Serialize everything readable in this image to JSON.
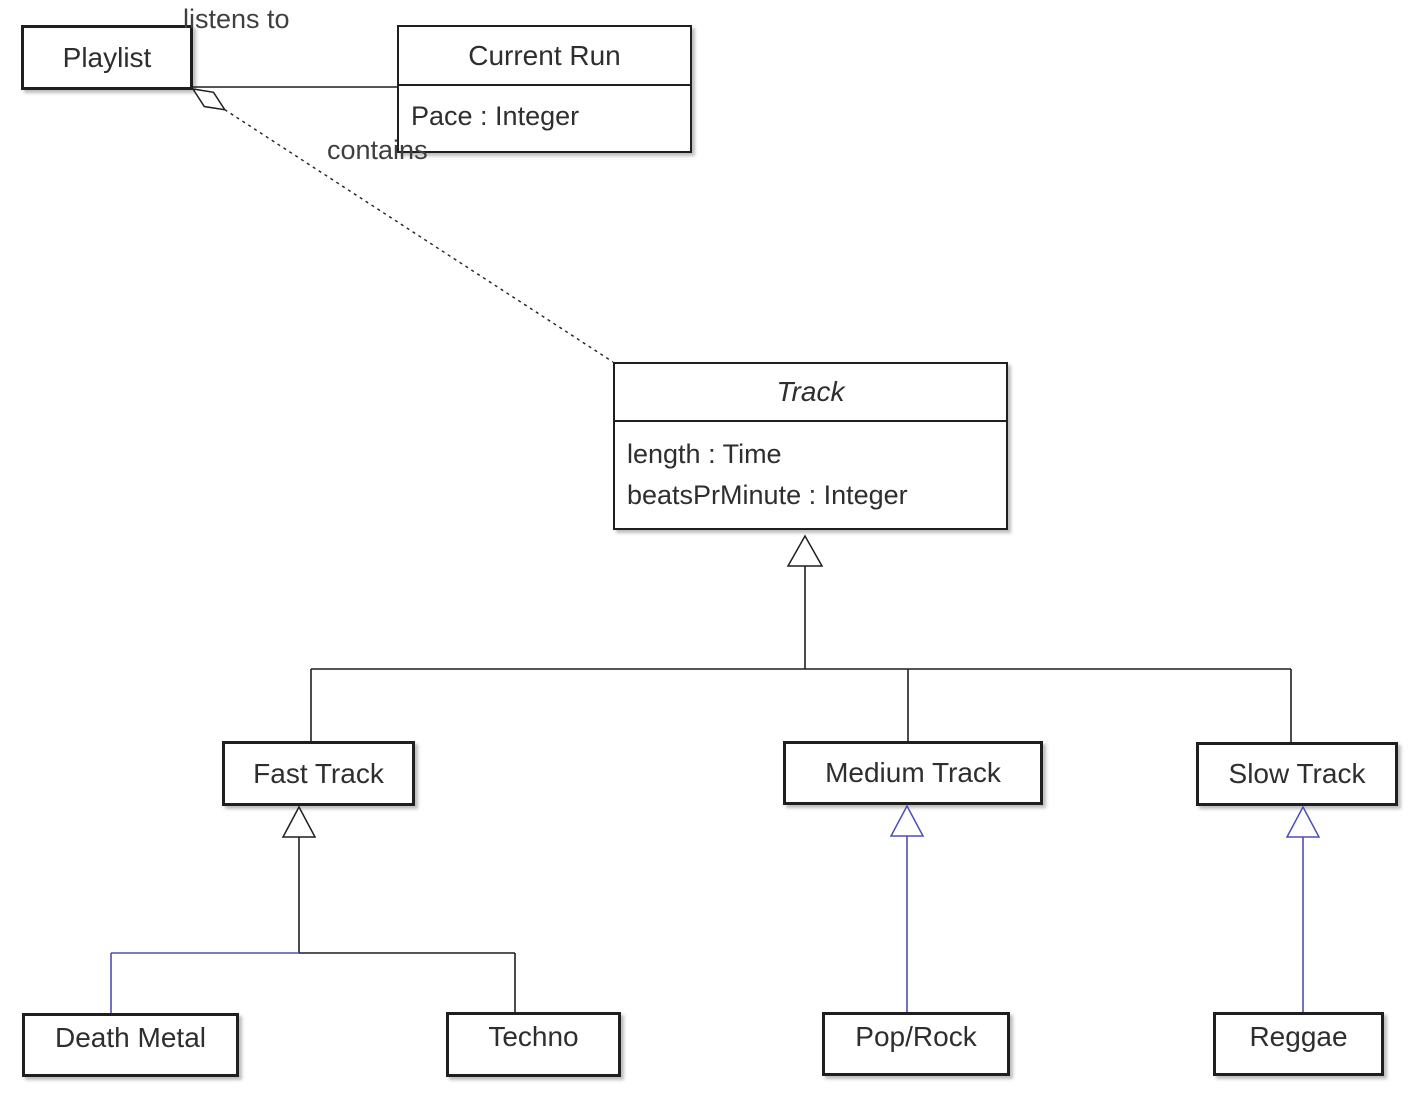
{
  "diagram": {
    "type": "uml-class-diagram",
    "colors": {
      "edge_black": "#1f1f1f",
      "edge_blue": "#4e4eb8",
      "box_fill": "#ffffff",
      "text": "#2e2e2e"
    },
    "classes": {
      "playlist": {
        "name": "Playlist",
        "attributes": []
      },
      "current_run": {
        "name": "Current Run",
        "attributes": [
          "Pace : Integer"
        ]
      },
      "track": {
        "name": "Track",
        "abstract": true,
        "attributes": [
          "length : Time",
          "beatsPrMinute : Integer"
        ]
      },
      "fast_track": {
        "name": "Fast Track",
        "attributes": []
      },
      "medium_track": {
        "name": "Medium Track",
        "attributes": []
      },
      "slow_track": {
        "name": "Slow Track",
        "attributes": []
      },
      "death_metal": {
        "name": "Death Metal",
        "attributes": []
      },
      "techno": {
        "name": "Techno",
        "attributes": []
      },
      "pop_rock": {
        "name": "Pop/Rock",
        "attributes": []
      },
      "reggae": {
        "name": "Reggae",
        "attributes": []
      }
    },
    "associations": {
      "listens_to": {
        "label": "listens to",
        "from": "Playlist",
        "to": "Current Run",
        "kind": "association"
      },
      "contains": {
        "label": "contains",
        "from": "Playlist",
        "to": "Track",
        "kind": "aggregation-dashed"
      }
    },
    "generalizations": [
      {
        "parent": "Track",
        "children": [
          "Fast Track",
          "Medium Track",
          "Slow Track"
        ],
        "color": "black"
      },
      {
        "parent": "Fast Track",
        "children": [
          "Death Metal",
          "Techno"
        ],
        "color": "mixed-blue-black"
      },
      {
        "parent": "Medium Track",
        "children": [
          "Pop/Rock"
        ],
        "color": "blue"
      },
      {
        "parent": "Slow Track",
        "children": [
          "Reggae"
        ],
        "color": "blue"
      }
    ]
  }
}
